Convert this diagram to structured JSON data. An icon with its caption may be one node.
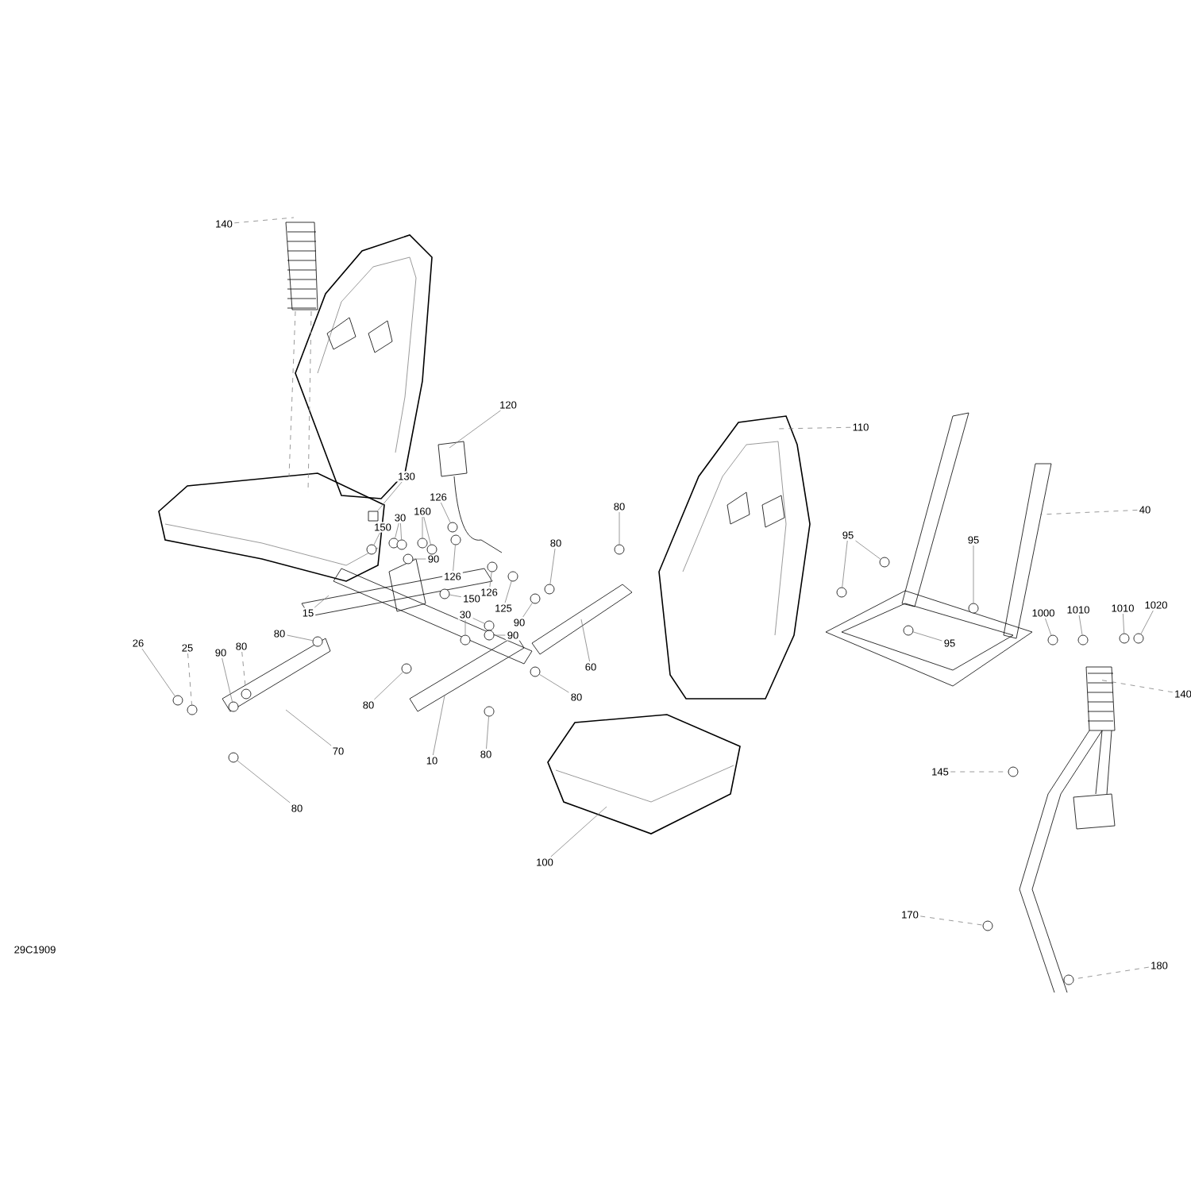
{
  "diagram": {
    "nodes": [
      {
        "text": [
          "140"
        ]
      },
      {
        "text": [
          "120"
        ]
      },
      {
        "text": [
          "110"
        ]
      },
      {
        "text": [
          "130"
        ]
      },
      {
        "text": [
          "126"
        ]
      },
      {
        "text": [
          "40"
        ]
      },
      {
        "text": [
          "30"
        ]
      },
      {
        "text": [
          "160"
        ]
      },
      {
        "text": [
          "150"
        ]
      },
      {
        "text": [
          "80"
        ]
      },
      {
        "text": [
          "95"
        ]
      },
      {
        "text": [
          "95"
        ]
      },
      {
        "text": [
          "80"
        ]
      },
      {
        "text": [
          "90"
        ]
      },
      {
        "text": [
          "126"
        ]
      },
      {
        "text": [
          "126"
        ]
      },
      {
        "text": [
          "150"
        ]
      },
      {
        "text": [
          "1000"
        ]
      },
      {
        "text": [
          "1010"
        ]
      },
      {
        "text": [
          "1010"
        ]
      },
      {
        "text": [
          "1020"
        ]
      },
      {
        "text": [
          "125"
        ]
      },
      {
        "text": [
          "15"
        ]
      },
      {
        "text": [
          "30"
        ]
      },
      {
        "text": [
          "90"
        ]
      },
      {
        "text": [
          "80"
        ]
      },
      {
        "text": [
          "90"
        ]
      },
      {
        "text": [
          "95"
        ]
      },
      {
        "text": [
          "26"
        ]
      },
      {
        "text": [
          "25"
        ]
      },
      {
        "text": [
          "80"
        ]
      },
      {
        "text": [
          "90"
        ]
      },
      {
        "text": [
          "60"
        ]
      },
      {
        "text": [
          "140"
        ]
      },
      {
        "text": [
          "80"
        ]
      },
      {
        "text": [
          "80"
        ]
      },
      {
        "text": [
          "70"
        ]
      },
      {
        "text": [
          "10"
        ]
      },
      {
        "text": [
          "80"
        ]
      },
      {
        "text": [
          "145"
        ]
      },
      {
        "text": [
          "80"
        ]
      },
      {
        "text": [
          "100"
        ]
      },
      {
        "text": [
          "170"
        ]
      },
      {
        "text": [
          "180"
        ]
      },
      {
        "text": [],
        "shape": "box"
      },
      {
        "text": [],
        "shape": "circle"
      },
      {
        "text": [],
        "shape": "circle"
      },
      {
        "text": [],
        "shape": "circle"
      },
      {
        "text": [],
        "shape": "circle"
      },
      {
        "text": [],
        "shape": "circle"
      },
      {
        "text": [],
        "shape": "circle"
      },
      {
        "text": [],
        "shape": "circle"
      },
      {
        "text": [],
        "shape": "circle"
      },
      {
        "text": [],
        "shape": "circle"
      },
      {
        "text": [],
        "shape": "circle"
      },
      {
        "text": [],
        "shape": "circle"
      },
      {
        "text": [],
        "shape": "circle"
      },
      {
        "text": [],
        "shape": "circle"
      },
      {
        "text": [],
        "shape": "circle"
      },
      {
        "text": [],
        "shape": "circle"
      },
      {
        "text": [],
        "shape": "circle"
      },
      {
        "text": [],
        "shape": "circle"
      },
      {
        "text": [],
        "shape": "circle"
      },
      {
        "text": [],
        "shape": "circle"
      },
      {
        "text": [],
        "shape": "circle"
      },
      {
        "text": [],
        "shape": "circle"
      },
      {
        "text": [],
        "shape": "circle"
      },
      {
        "text": [],
        "shape": "circle"
      },
      {
        "text": [],
        "shape": "circle"
      },
      {
        "text": [],
        "shape": "circle"
      },
      {
        "text": [],
        "shape": "circle"
      },
      {
        "text": [],
        "shape": "circle"
      },
      {
        "text": [],
        "shape": "circle"
      },
      {
        "text": [],
        "shape": "circle"
      },
      {
        "text": [],
        "shape": "circle"
      },
      {
        "text": [],
        "shape": "circle"
      },
      {
        "text": [],
        "shape": "circle"
      },
      {
        "text": [],
        "shape": "circle"
      },
      {
        "text": [],
        "shape": "circle"
      },
      {
        "text": [],
        "shape": "circle"
      },
      {
        "text": [],
        "shape": "circle"
      },
      {
        "text": [],
        "shape": "circle"
      }
    ],
    "edges": [
      {
        "from": 0,
        "to": null,
        "arrow": "none",
        "style": "dashed"
      },
      {
        "from": 1,
        "to": null,
        "arrow": "none"
      },
      {
        "from": 2,
        "to": null,
        "arrow": "none",
        "style": "dashed"
      },
      {
        "from": 3,
        "to": 44,
        "arrow": "none"
      },
      {
        "from": 4,
        "to": 45,
        "arrow": "none"
      },
      {
        "from": 5,
        "to": null,
        "arrow": "none",
        "style": "dashed"
      },
      {
        "from": 6,
        "to": 46,
        "arrow": "none"
      },
      {
        "from": 6,
        "to": 47,
        "arrow": "none"
      },
      {
        "from": 7,
        "to": 48,
        "arrow": "none"
      },
      {
        "from": 7,
        "to": 49,
        "arrow": "none"
      },
      {
        "from": 8,
        "to": 50,
        "arrow": "none"
      },
      {
        "from": 9,
        "to": 51,
        "arrow": "none"
      },
      {
        "from": 10,
        "to": 52,
        "arrow": "none"
      },
      {
        "from": 10,
        "to": 53,
        "arrow": "none"
      },
      {
        "from": 11,
        "to": 54,
        "arrow": "none"
      },
      {
        "from": 12,
        "to": 55,
        "arrow": "none"
      },
      {
        "from": 13,
        "to": 56,
        "arrow": "none"
      },
      {
        "from": 14,
        "to": 57,
        "arrow": "none"
      },
      {
        "from": 15,
        "to": 58,
        "arrow": "none"
      },
      {
        "from": 16,
        "to": 59,
        "arrow": "none"
      },
      {
        "from": 17,
        "to": 60,
        "arrow": "none"
      },
      {
        "from": 18,
        "to": 61,
        "arrow": "none"
      },
      {
        "from": 19,
        "to": 62,
        "arrow": "none"
      },
      {
        "from": 20,
        "to": 63,
        "arrow": "none"
      },
      {
        "from": 21,
        "to": 64,
        "arrow": "none"
      },
      {
        "from": 22,
        "to": null,
        "arrow": "none"
      },
      {
        "from": 23,
        "to": 65,
        "arrow": "none"
      },
      {
        "from": 23,
        "to": 66,
        "arrow": "none"
      },
      {
        "from": 24,
        "to": 67,
        "arrow": "none"
      },
      {
        "from": 25,
        "to": 68,
        "arrow": "none"
      },
      {
        "from": 26,
        "to": 69,
        "arrow": "none"
      },
      {
        "from": 27,
        "to": 70,
        "arrow": "none"
      },
      {
        "from": 28,
        "to": 71,
        "arrow": "none"
      },
      {
        "from": 29,
        "to": 72,
        "arrow": "none",
        "style": "dashed"
      },
      {
        "from": 30,
        "to": 73,
        "arrow": "none",
        "style": "dashed"
      },
      {
        "from": 31,
        "to": 74,
        "arrow": "none"
      },
      {
        "from": 32,
        "to": null,
        "arrow": "none"
      },
      {
        "from": 33,
        "to": null,
        "arrow": "none",
        "style": "dashed"
      },
      {
        "from": 34,
        "to": 75,
        "arrow": "none"
      },
      {
        "from": 35,
        "to": 76,
        "arrow": "none"
      },
      {
        "from": 36,
        "to": null,
        "arrow": "none"
      },
      {
        "from": 37,
        "to": null,
        "arrow": "none"
      },
      {
        "from": 38,
        "to": 77,
        "arrow": "none"
      },
      {
        "from": 39,
        "to": 78,
        "arrow": "none",
        "style": "dashed"
      },
      {
        "from": 40,
        "to": 79,
        "arrow": "none"
      },
      {
        "from": 41,
        "to": null,
        "arrow": "none"
      },
      {
        "from": 42,
        "to": 80,
        "arrow": "none",
        "style": "dashed"
      },
      {
        "from": 43,
        "to": 81,
        "arrow": "none",
        "style": "dashed"
      }
    ],
    "labels": [
      "29C1909"
    ]
  }
}
